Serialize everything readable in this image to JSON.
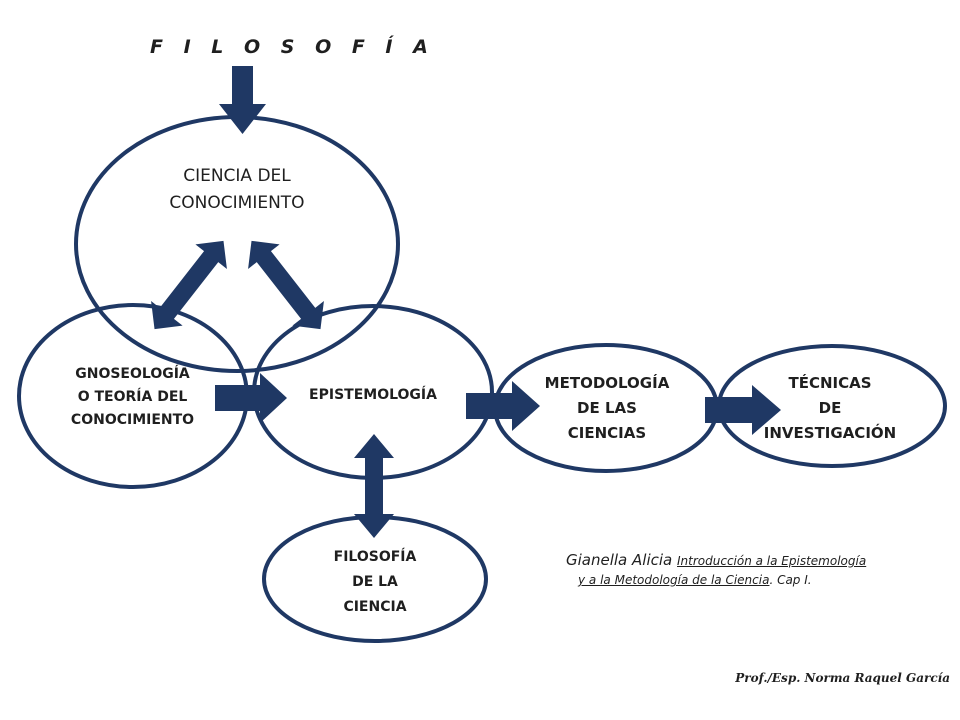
{
  "title": "F I L O S O F Í A",
  "colors": {
    "node_stroke": "#1F3864",
    "arrow_fill": "#1F3864",
    "text": "#1F1F1F"
  },
  "nodes": {
    "ciencia_conocimiento": {
      "line1": "CIENCIA DEL",
      "line2": "CONOCIMIENTO"
    },
    "gnoseologia": {
      "line1": "GNOSEOLOGÍA",
      "line2": "O TEORÍA DEL",
      "line3": "CONOCIMIENTO"
    },
    "epistemologia": {
      "line1": "EPISTEMOLOGÍA"
    },
    "metodologia": {
      "line1": "METODOLOGÍA",
      "line2": "DE LAS",
      "line3": "CIENCIAS"
    },
    "tecnicas": {
      "line1": "TÉCNICAS",
      "line2": "DE",
      "line3": "INVESTIGACIÓN"
    },
    "filosofia_ciencia": {
      "line1": "FILOSOFÍA",
      "line2": "DE LA",
      "line3": "CIENCIA"
    }
  },
  "citation": {
    "author": "Gianella Alicia",
    "title_part1": "Introducción a la Epistemología",
    "title_part2": "y  a la Metodología  de la Ciencia",
    "suffix": ". Cap I."
  },
  "signature": "Prof./Esp. Norma Raquel García"
}
